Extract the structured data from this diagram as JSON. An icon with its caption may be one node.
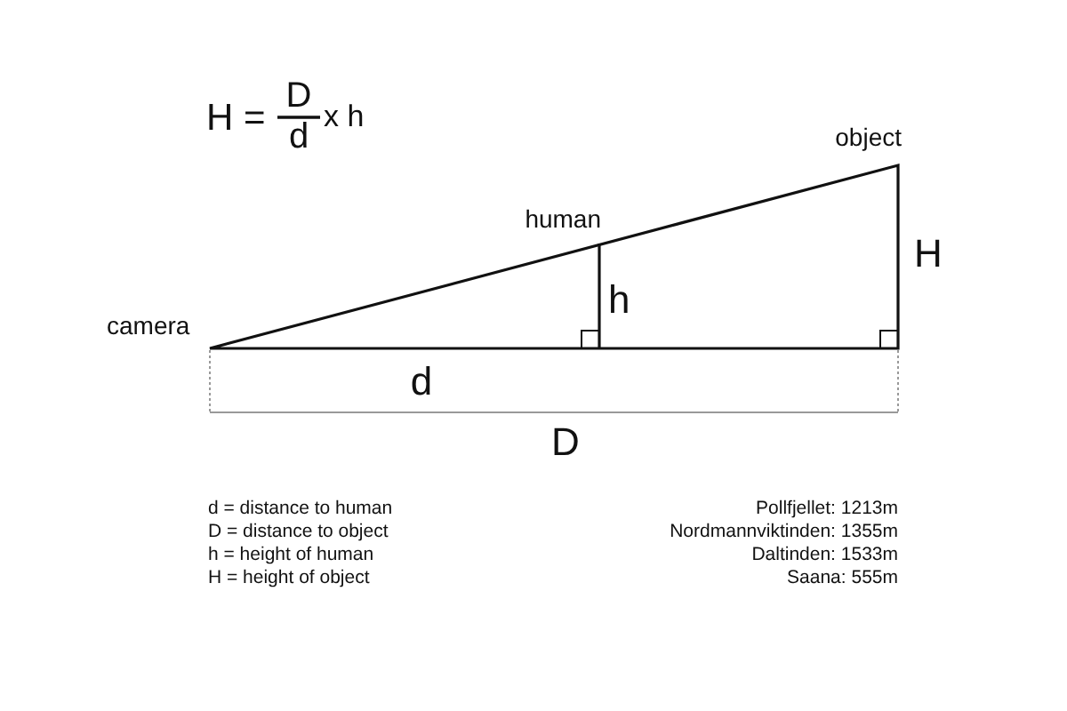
{
  "diagram": {
    "labels": [
      "H =",
      "D",
      "d",
      "x h",
      "object",
      "human",
      "H",
      "h",
      "camera",
      "d",
      "D",
      "d = distance to human",
      "D = distance to object",
      "h = height of human",
      "H = height of object",
      "Pollfjellet: 1213m",
      "Nordmannviktinden: 1355m",
      "Daltinden: 1533m",
      "Saana: 555m"
    ]
  }
}
